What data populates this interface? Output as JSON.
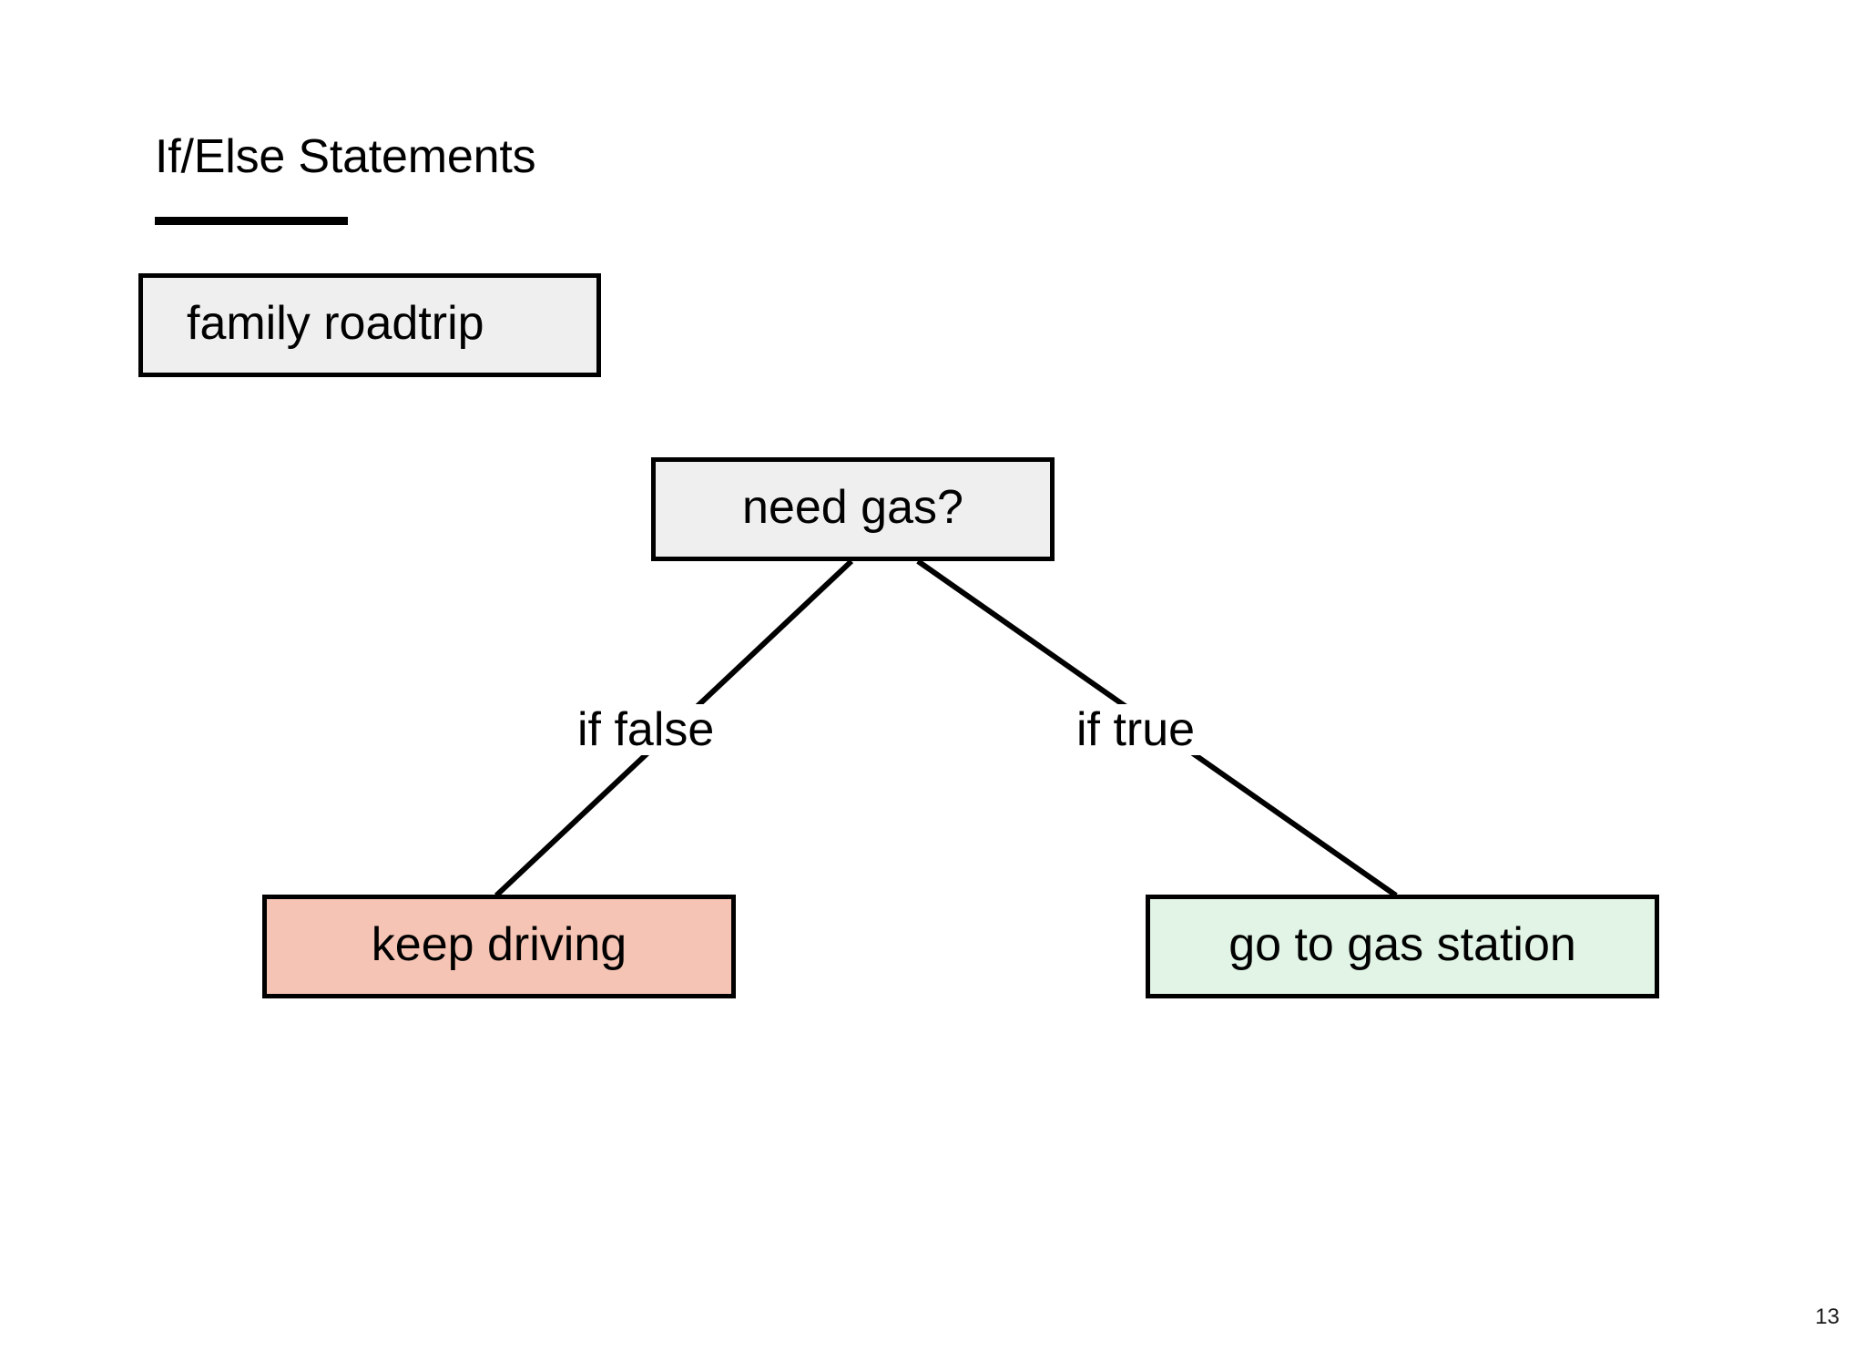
{
  "slide": {
    "title": "If/Else Statements",
    "page_number": "13",
    "background_color": "#ffffff"
  },
  "diagram": {
    "type": "flowchart",
    "nodes": [
      {
        "id": "root",
        "label": "family roadtrip",
        "role": "context",
        "fill": "#efefef",
        "border": "#000000"
      },
      {
        "id": "condition",
        "label": "need gas?",
        "role": "decision",
        "fill": "#efefef",
        "border": "#000000"
      },
      {
        "id": "false-branch",
        "label": "keep driving",
        "role": "false-outcome",
        "fill": "#f5c4b4",
        "border": "#000000"
      },
      {
        "id": "true-branch",
        "label": "go to gas station",
        "role": "true-outcome",
        "fill": "#e1f4e6",
        "border": "#000000"
      }
    ],
    "edges": [
      {
        "from": "condition",
        "to": "false-branch",
        "label": "if false"
      },
      {
        "from": "condition",
        "to": "true-branch",
        "label": "if true"
      }
    ]
  }
}
